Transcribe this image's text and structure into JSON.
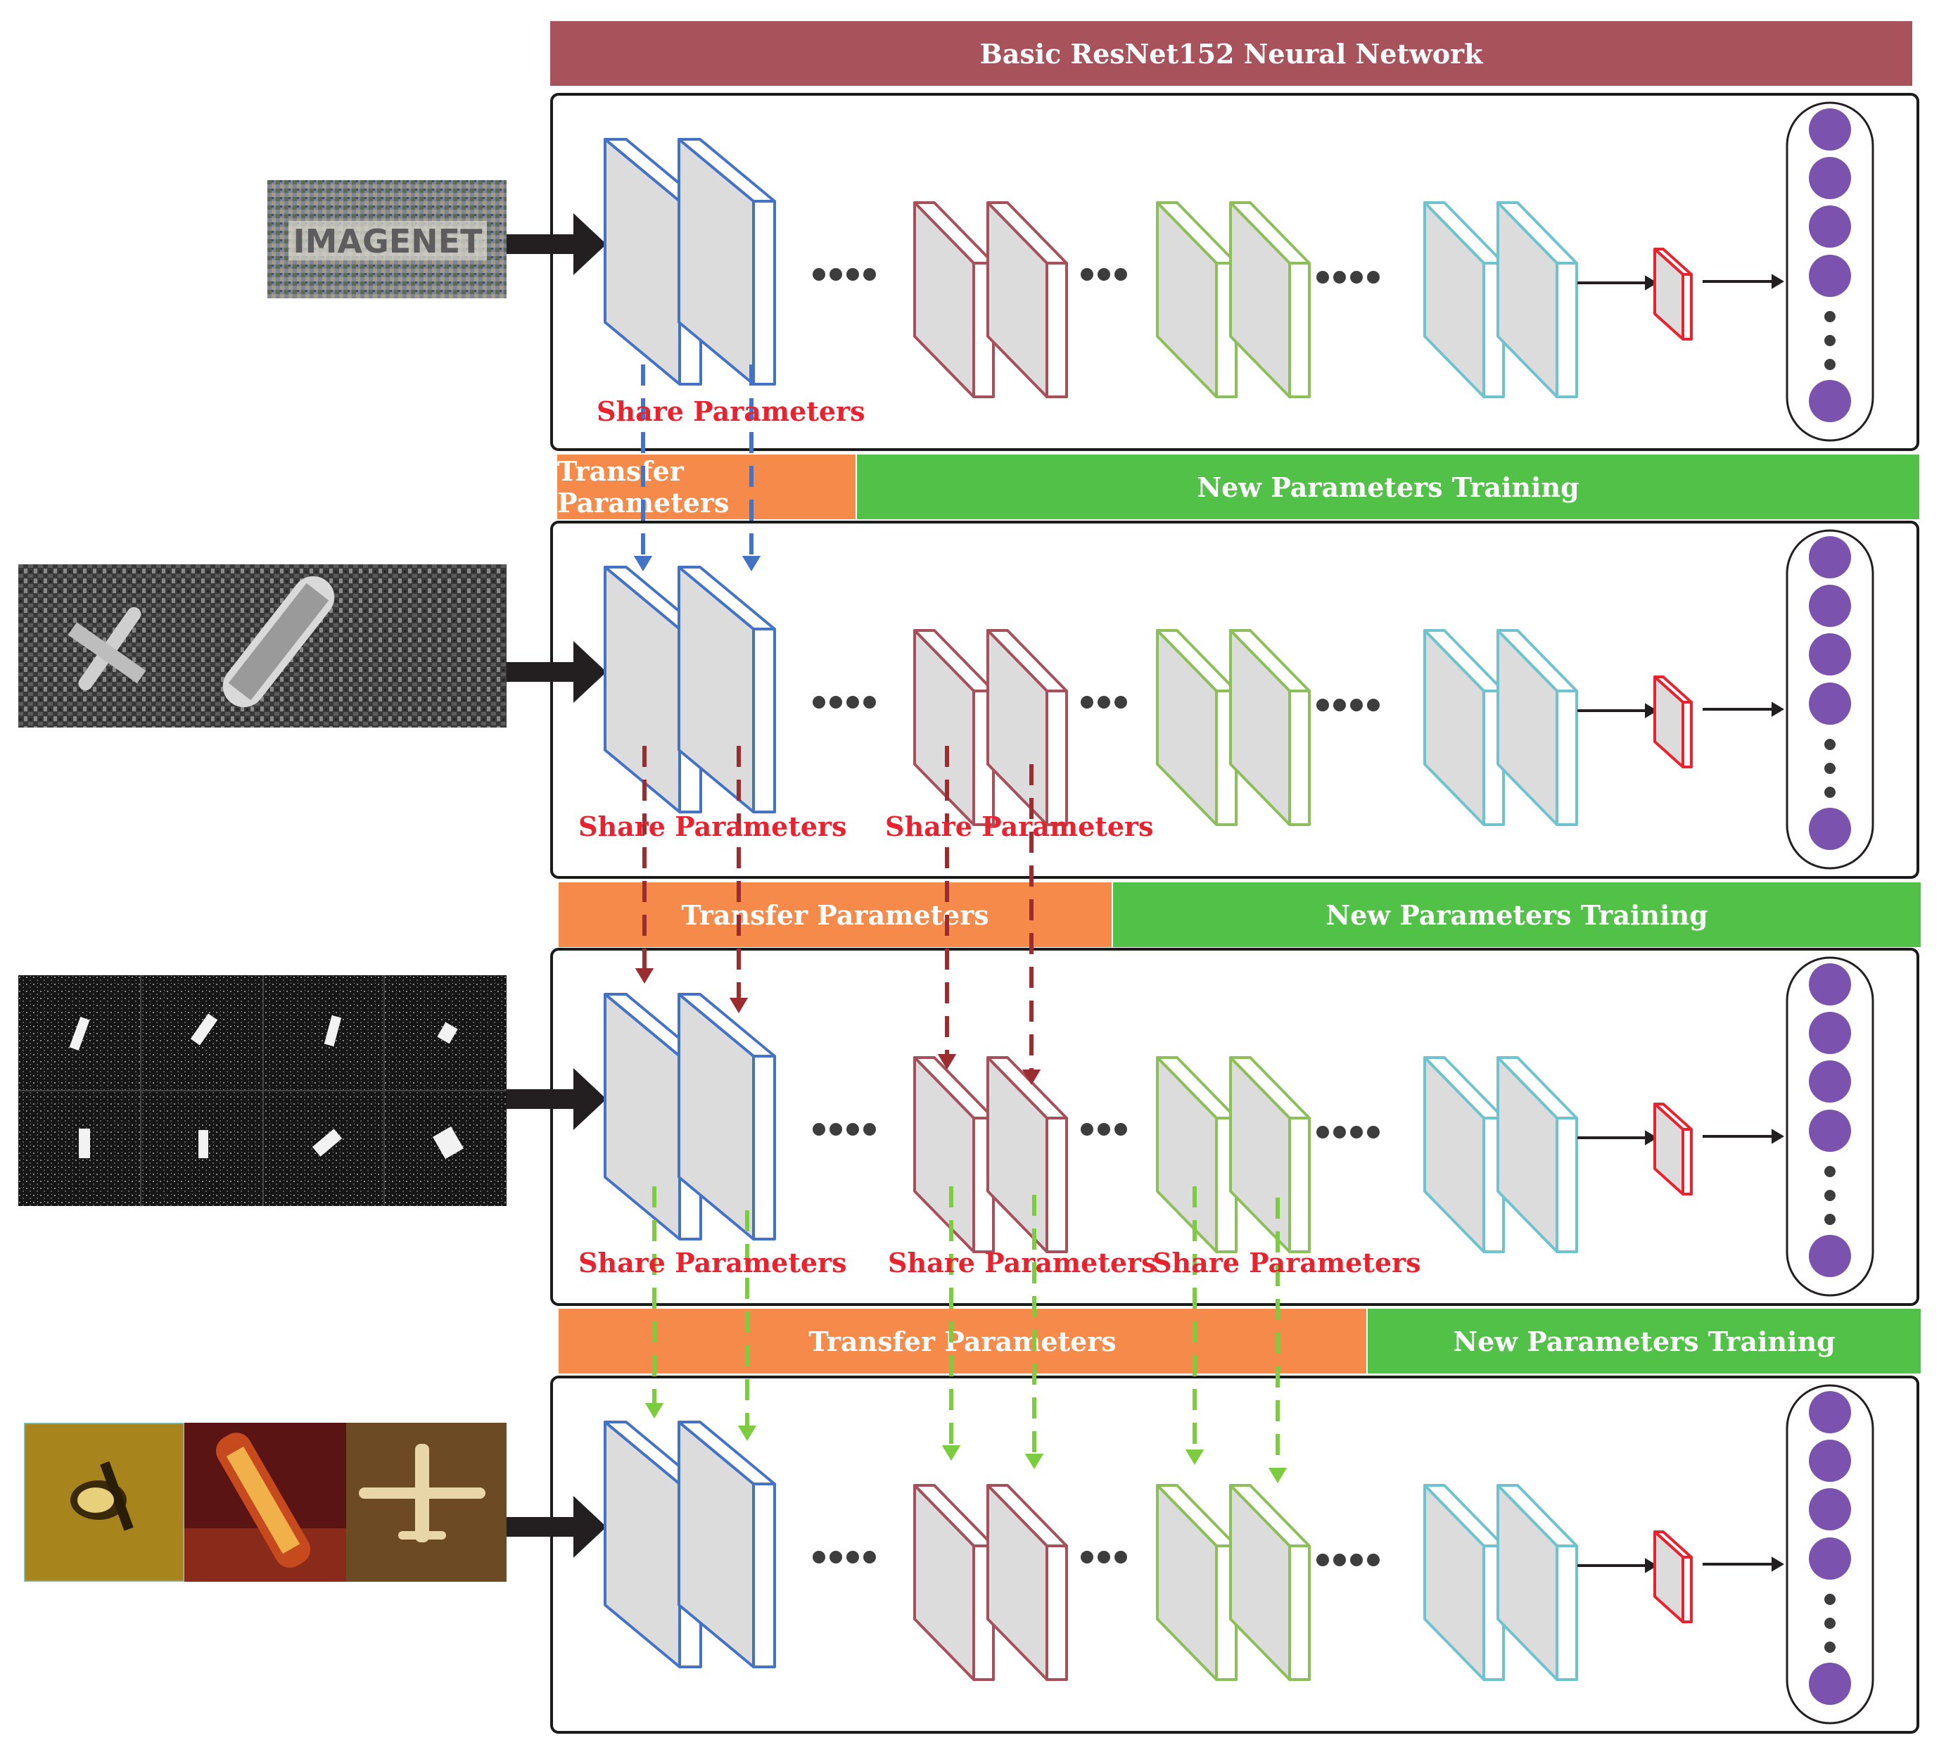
{
  "header": {
    "title": "Basic ResNet152 Neural Network"
  },
  "imagenet_logo_text": "IMAGENET",
  "stages": [
    {
      "id": "stage-1",
      "share_labels": [
        "Share Parameters"
      ]
    },
    {
      "id": "stage-2",
      "share_labels": [
        "Share Parameters",
        "Share Parameters"
      ]
    },
    {
      "id": "stage-3",
      "share_labels": [
        "Share Parameters",
        "Share Parameters",
        "Share Parameters"
      ]
    },
    {
      "id": "stage-4",
      "share_labels": []
    }
  ],
  "bars": [
    {
      "transfer": "Transfer Parameters",
      "train": "New Parameters Training"
    },
    {
      "transfer": "Transfer Parameters",
      "train": "New Parameters Training"
    },
    {
      "transfer": "Transfer Parameters",
      "train": "New Parameters Training"
    }
  ],
  "colors": {
    "header": "#a8525c",
    "transfer": "#f58a4b",
    "train": "#52c148",
    "block_blue": "#4472c4",
    "block_maroon": "#a5505a",
    "block_green": "#8cbf5a",
    "block_cyan": "#6ec3cf",
    "block_red": "#e8232f",
    "node_purple": "#7b52ae",
    "share_text": "#e8232f",
    "arrow_blue_dashed": "#4472c4",
    "arrow_maroon_dashed": "#9b2d30",
    "arrow_green_dashed": "#7ccc3f"
  },
  "icons": {
    "input_arrow": "thick-right-arrow-icon",
    "output_nodes": "purple-node-icon",
    "ellipsis": "dots-icon"
  }
}
